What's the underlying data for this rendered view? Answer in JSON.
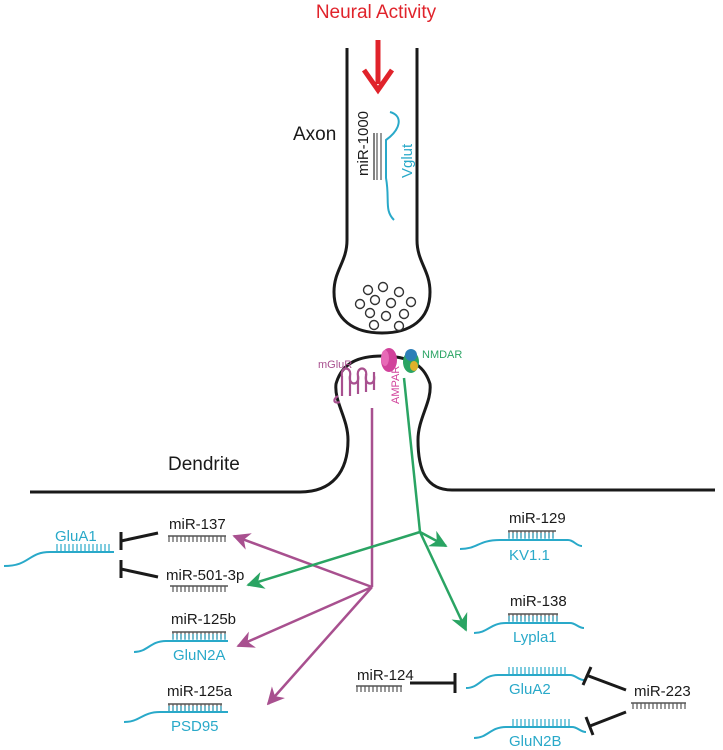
{
  "labels": {
    "neural_activity": "Neural Activity",
    "axon": "Axon",
    "dendrite": "Dendrite",
    "mir1000": "miR-1000",
    "vglut": "Vglut",
    "mglur": "mGluR",
    "ampar": "AMPAR",
    "nmdar": "NMDAR"
  },
  "left_mirnas": {
    "mir137": "miR-137",
    "mir501": "miR-501-3p",
    "glua1": "GluA1",
    "mir125b": "miR-125b",
    "glun2a": "GluN2A",
    "mir125a": "miR-125a",
    "psd95": "PSD95"
  },
  "right_mirnas": {
    "mir129": "miR-129",
    "kv11": "KV1.1",
    "mir138": "miR-138",
    "lypla1": "Lypla1",
    "mir124": "miR-124",
    "glua2": "GluA2",
    "mir223": "miR-223",
    "glun2b": "GluN2B"
  },
  "colors": {
    "activity_red": "#e0232b",
    "mrna_cyan": "#29a9c9",
    "mglur_purple": "#a8508f",
    "ampar_pink": "#d1429b",
    "nmdar_green": "#2aa463",
    "membrane": "#1a1a1a"
  }
}
